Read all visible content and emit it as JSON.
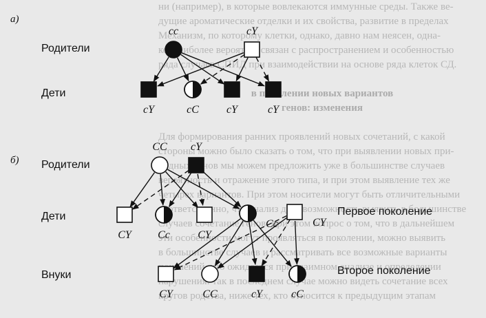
{
  "panels": [
    {
      "tag": "а)",
      "parents_label": "Родители",
      "children_label": "Дети",
      "parents": [
        {
          "id": "a_m",
          "sex": "female",
          "fill": "full",
          "geno": "cc",
          "geno_pos": "above"
        },
        {
          "id": "a_f",
          "sex": "male",
          "fill": "none",
          "geno": "cY",
          "geno_pos": "above"
        }
      ],
      "children": [
        {
          "id": "a_c1",
          "sex": "male",
          "fill": "full",
          "geno": "cY",
          "geno_pos": "below"
        },
        {
          "id": "a_c2",
          "sex": "female",
          "fill": "half",
          "geno": "cC",
          "geno_pos": "below"
        },
        {
          "id": "a_c3",
          "sex": "male",
          "fill": "full",
          "geno": "cY",
          "geno_pos": "below"
        },
        {
          "id": "a_c4",
          "sex": "male",
          "fill": "full",
          "geno": "cY",
          "geno_pos": "below"
        }
      ],
      "edges": [
        {
          "from": "a_m",
          "to": "a_c1",
          "style": "solid"
        },
        {
          "from": "a_m",
          "to": "a_c2",
          "style": "solid"
        },
        {
          "from": "a_m",
          "to": "a_c3",
          "style": "solid"
        },
        {
          "from": "a_m",
          "to": "a_c4",
          "style": "solid"
        },
        {
          "from": "a_f",
          "to": "a_c1",
          "style": "solid"
        },
        {
          "from": "a_f",
          "to": "a_c2",
          "style": "dashed"
        },
        {
          "from": "a_f",
          "to": "a_c3",
          "style": "solid"
        },
        {
          "from": "a_f",
          "to": "a_c4",
          "style": "dashed"
        }
      ]
    },
    {
      "tag": "б)",
      "parents_label": "Родители",
      "children_label": "Дети",
      "grandchildren_label": "Внуки",
      "first_gen_label": "Первое поколение",
      "second_gen_label": "Второе поколение",
      "parents": [
        {
          "id": "b_m",
          "sex": "female",
          "fill": "none",
          "geno": "CC",
          "geno_pos": "above"
        },
        {
          "id": "b_f",
          "sex": "male",
          "fill": "full",
          "geno": "cY",
          "geno_pos": "above"
        }
      ],
      "children": [
        {
          "id": "b_c1",
          "sex": "male",
          "fill": "none",
          "geno": "CY",
          "geno_pos": "below"
        },
        {
          "id": "b_c2",
          "sex": "female",
          "fill": "half",
          "geno": "Cc",
          "geno_pos": "below"
        },
        {
          "id": "b_c3",
          "sex": "male",
          "fill": "none",
          "geno": "CY",
          "geno_pos": "below"
        },
        {
          "id": "b_c4",
          "sex": "female",
          "fill": "half",
          "geno": "Cc",
          "geno_pos": "right"
        },
        {
          "id": "b_s",
          "sex": "male",
          "fill": "none",
          "geno": "CY",
          "geno_pos": "right"
        }
      ],
      "grandchildren": [
        {
          "id": "b_g1",
          "sex": "male",
          "fill": "none",
          "geno": "CY",
          "geno_pos": "below"
        },
        {
          "id": "b_g2",
          "sex": "female",
          "fill": "none",
          "geno": "CC",
          "geno_pos": "below"
        },
        {
          "id": "b_g3",
          "sex": "male",
          "fill": "full",
          "geno": "cY",
          "geno_pos": "below"
        },
        {
          "id": "b_g4",
          "sex": "female",
          "fill": "half",
          "geno": "cC",
          "geno_pos": "below"
        }
      ],
      "edges": [
        {
          "from": "b_m",
          "to": "b_c1",
          "style": "solid"
        },
        {
          "from": "b_m",
          "to": "b_c2",
          "style": "solid"
        },
        {
          "from": "b_m",
          "to": "b_c3",
          "style": "solid"
        },
        {
          "from": "b_m",
          "to": "b_c4",
          "style": "solid"
        },
        {
          "from": "b_f",
          "to": "b_c1",
          "style": "dashed"
        },
        {
          "from": "b_f",
          "to": "b_c2",
          "style": "solid"
        },
        {
          "from": "b_f",
          "to": "b_c3",
          "style": "dashed"
        },
        {
          "from": "b_f",
          "to": "b_c4",
          "style": "solid"
        },
        {
          "from": "b_c4",
          "to": "b_g1",
          "style": "solid"
        },
        {
          "from": "b_c4",
          "to": "b_g2",
          "style": "solid"
        },
        {
          "from": "b_c4",
          "to": "b_g3",
          "style": "solid"
        },
        {
          "from": "b_c4",
          "to": "b_g4",
          "style": "solid"
        },
        {
          "from": "b_s",
          "to": "b_g1",
          "style": "dashed"
        },
        {
          "from": "b_s",
          "to": "b_g2",
          "style": "solid"
        },
        {
          "from": "b_s",
          "to": "b_g3",
          "style": "dashed"
        },
        {
          "from": "b_s",
          "to": "b_g4",
          "style": "solid"
        }
      ]
    }
  ]
}
